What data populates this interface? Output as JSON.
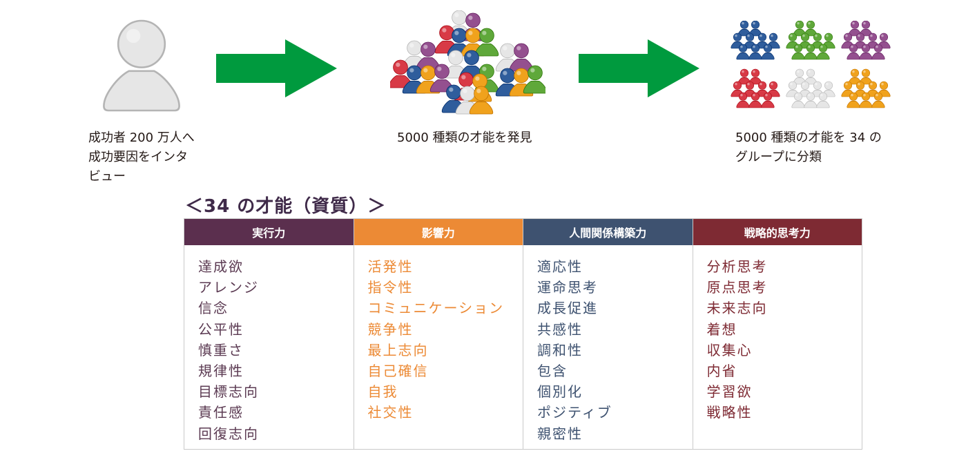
{
  "stages": [
    {
      "caption": [
        "成功者 200 万人へ",
        "成功要因をインタ",
        "ビュー"
      ]
    },
    {
      "caption": [
        "5000 種類の才能を発見"
      ]
    },
    {
      "caption": [
        "5000 種類の才能を 34 の",
        "グループに分類"
      ]
    }
  ],
  "title": "＜34 の才能（資質）＞",
  "colors": {
    "arrow": "#009a3e",
    "pawn_white": "#e6e6e6",
    "pawn_blue": "#2f5d9c",
    "pawn_green": "#5fa83a",
    "pawn_purple": "#94508f",
    "pawn_red": "#d83a46",
    "pawn_orange": "#f0a21d"
  },
  "table": {
    "columns": [
      {
        "header": "実行力",
        "header_color": "#5b2f4e",
        "text_color": "#5b3a52",
        "items": [
          "達成欲",
          "アレンジ",
          "信念",
          "公平性",
          "慎重さ",
          "規律性",
          "目標志向",
          "責任感",
          "回復志向"
        ]
      },
      {
        "header": "影響力",
        "header_color": "#ec8a35",
        "text_color": "#ec8a35",
        "items": [
          "活発性",
          "指令性",
          "コミュニケーション",
          "競争性",
          "最上志向",
          "自己確信",
          "自我",
          "社交性"
        ]
      },
      {
        "header": "人間関係構築力",
        "header_color": "#3e5270",
        "text_color": "#3e5270",
        "items": [
          "適応性",
          "運命思考",
          "成長促進",
          "共感性",
          "調和性",
          "包含",
          "個別化",
          "ポジティブ",
          "親密性"
        ]
      },
      {
        "header": "戦略的思考力",
        "header_color": "#7e2a33",
        "text_color": "#7e2a33",
        "items": [
          "分析思考",
          "原点思考",
          "未来志向",
          "着想",
          "収集心",
          "内省",
          "学習欲",
          "戦略性"
        ]
      }
    ]
  }
}
